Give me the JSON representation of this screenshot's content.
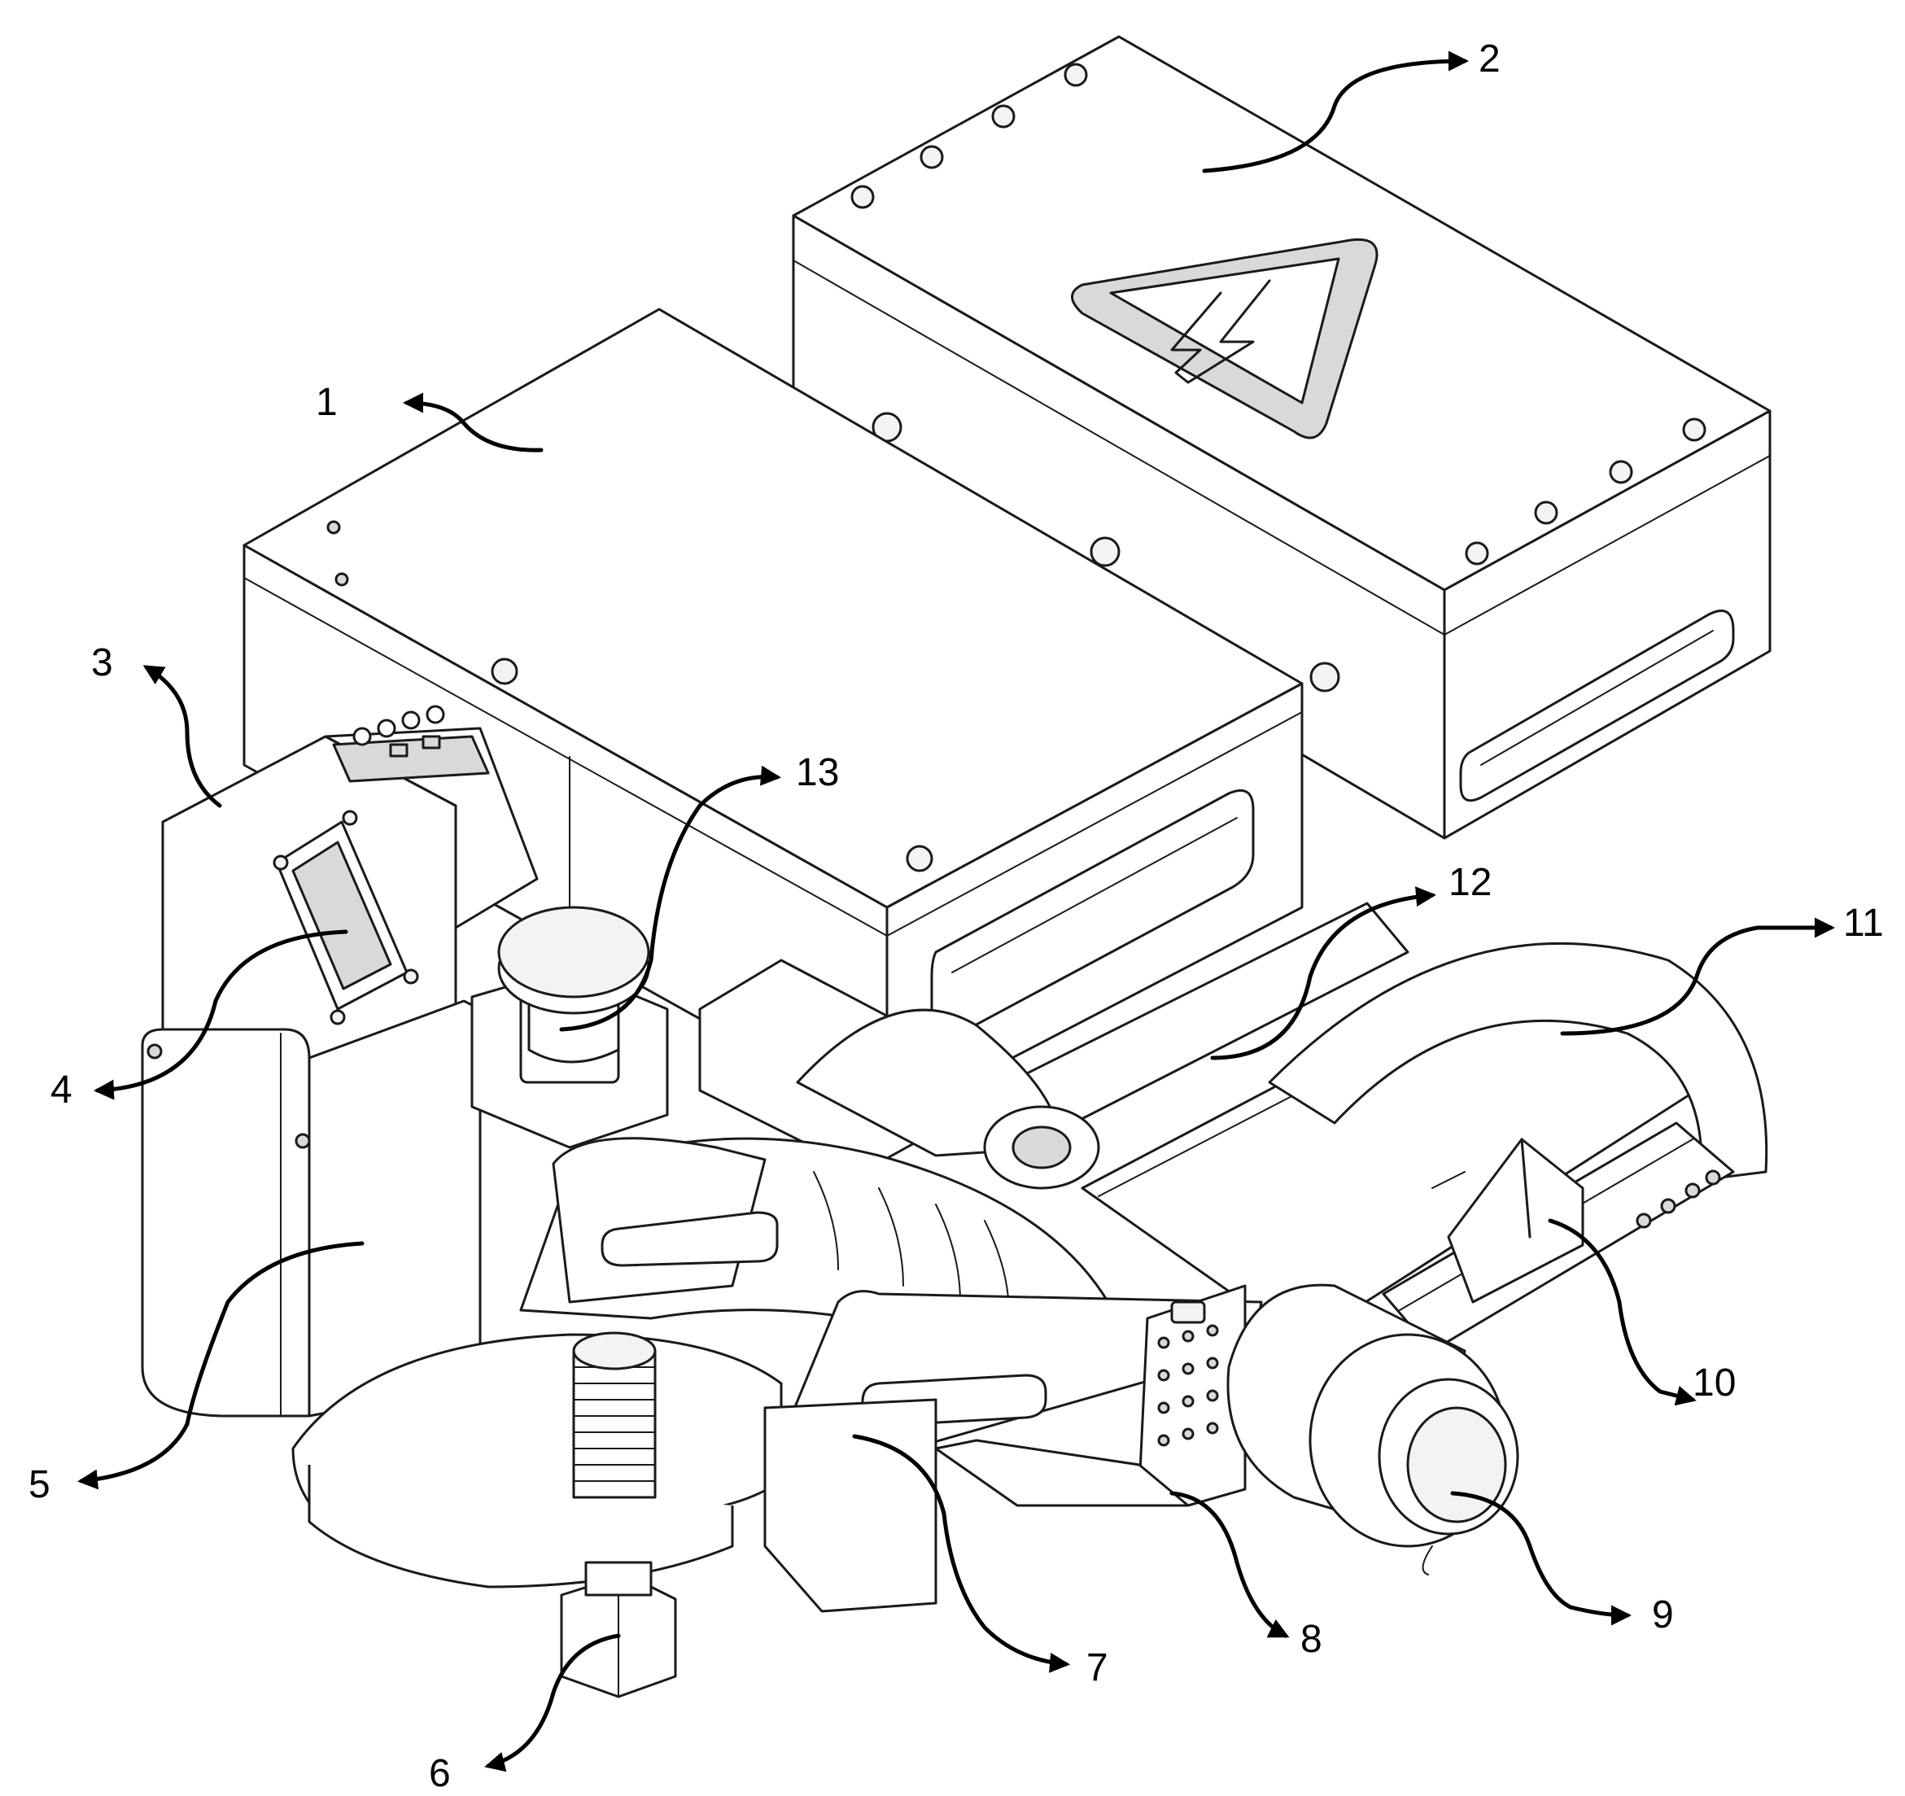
{
  "labels": {
    "l1": "1",
    "l2": "2",
    "l3": "3",
    "l4": "4",
    "l5": "5",
    "l6": "6",
    "l7": "7",
    "l8": "8",
    "l9": "9",
    "l10": "10",
    "l11": "11",
    "l12": "12",
    "l13": "13"
  },
  "colors": {
    "line": "#1a1a1a",
    "background": "#ffffff"
  }
}
